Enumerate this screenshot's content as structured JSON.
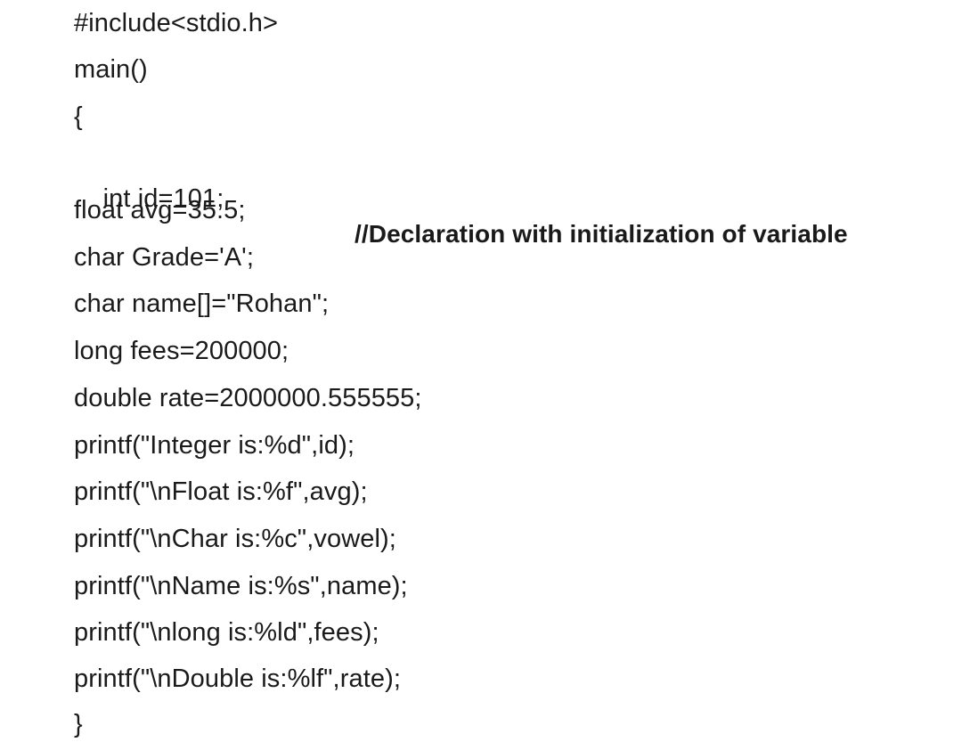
{
  "document": {
    "lines": [
      "#include<stdio.h>",
      "main()",
      "{",
      "int id=101;",
      "float avg=35.5;",
      "char Grade='A';",
      "char name[]=\"Rohan\";",
      "long fees=200000;",
      "double rate=2000000.555555;",
      "printf(\"Integer is:%d\",id);",
      "printf(\"\\nFloat is:%f\",avg);",
      "printf(\"\\nChar is:%c\",vowel);",
      "printf(\"\\nName is:%s\",name);",
      "printf(\"\\nlong is:%ld\",fees);",
      "printf(\"\\nDouble is:%lf\",rate);",
      "}"
    ],
    "comment": "//Declaration with initialization of variable"
  }
}
